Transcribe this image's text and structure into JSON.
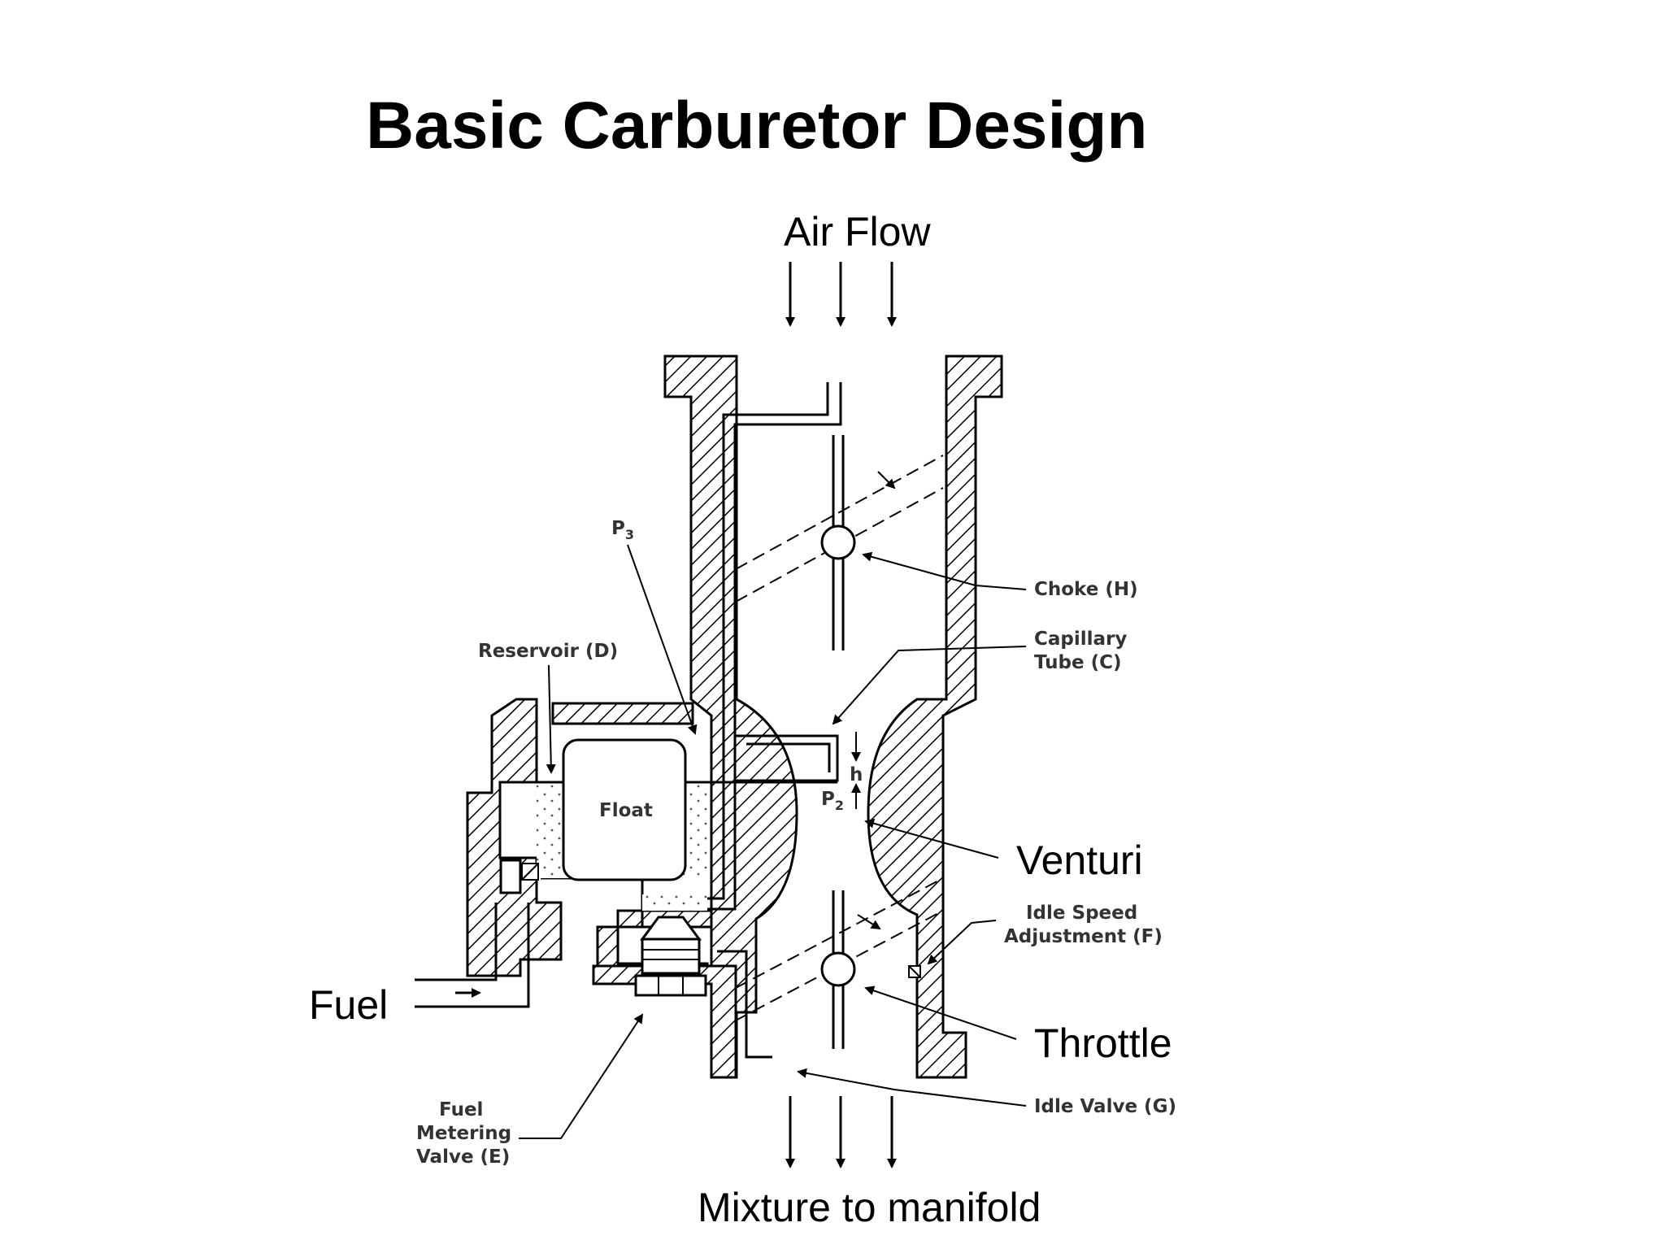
{
  "title": "Basic Carburetor Design",
  "labels": {
    "air_flow": "Air Flow",
    "p3": "P",
    "p3_sub": "3",
    "reservoir": "Reservoir (D)",
    "float": "Float",
    "choke": "Choke (H)",
    "capillary_1": "Capillary",
    "capillary_2": "Tube (C)",
    "h": "h",
    "p2": "P",
    "p2_sub": "2",
    "venturi": "Venturi",
    "idle_speed_1": "Idle Speed",
    "idle_speed_2": "Adjustment (F)",
    "throttle": "Throttle",
    "fuel": "Fuel",
    "idle_valve": "Idle Valve (G)",
    "metering_1": "Fuel",
    "metering_2": "Metering",
    "metering_3": "Valve (E)",
    "mixture": "Mixture to manifold"
  }
}
